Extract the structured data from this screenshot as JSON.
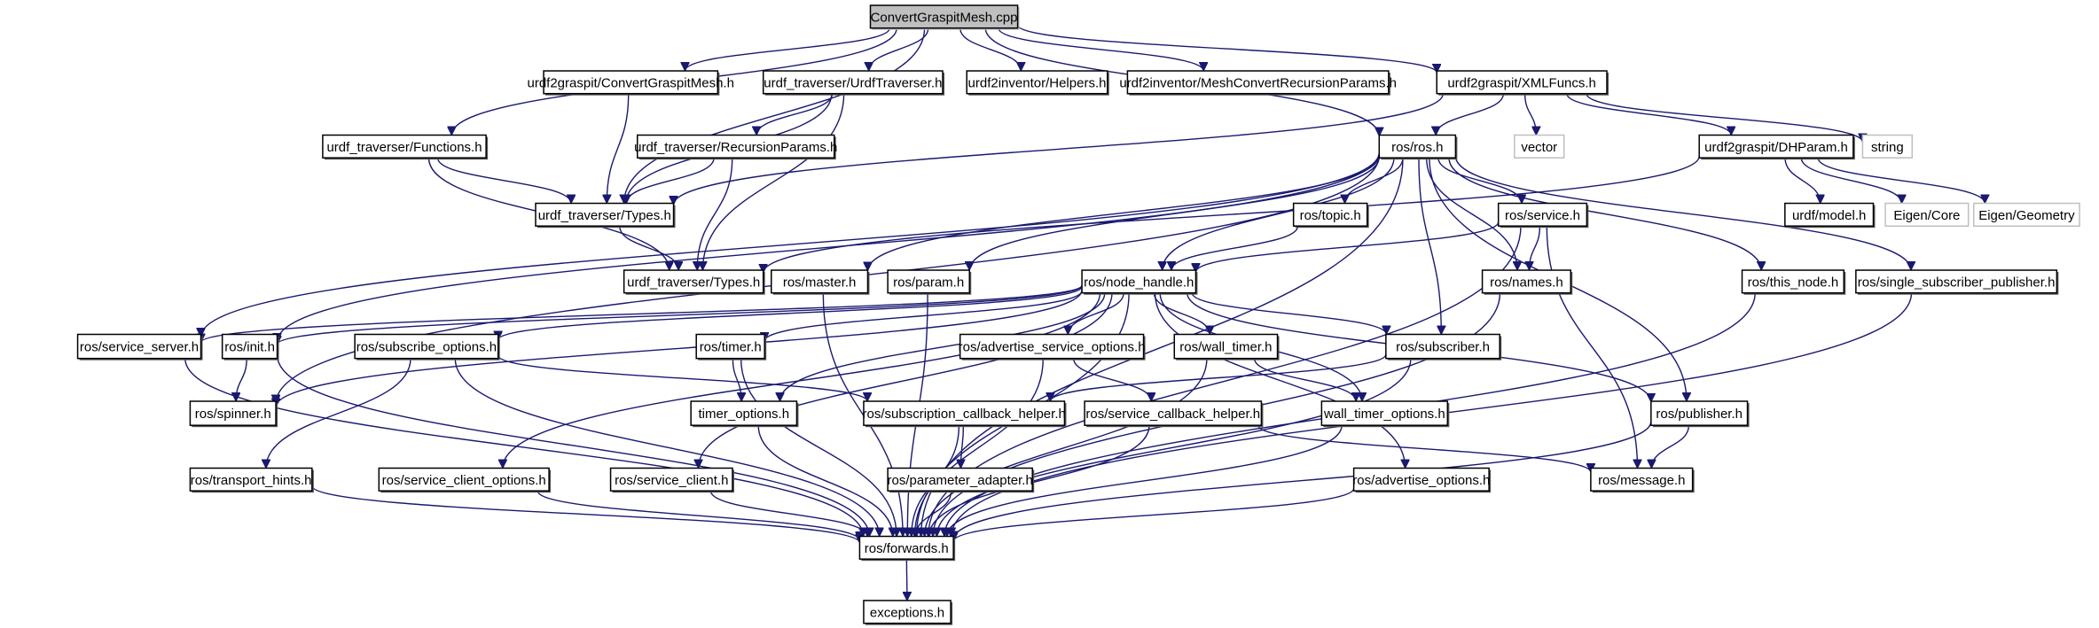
{
  "diagram": {
    "title": "ConvertGraspitMesh.cpp include dependency graph",
    "edge_color": "#191970",
    "root_fill": "#bfbfbf",
    "external_border": "#bfbfbf",
    "nodes": [
      {
        "id": "cpp",
        "label": "ConvertGraspitMesh.cpp",
        "kind": "root"
      },
      {
        "id": "cgm_h",
        "label": "urdf2graspit/ConvertGraspitMesh.h",
        "kind": "internal"
      },
      {
        "id": "urdftrav",
        "label": "urdf_traverser/UrdfTraverser.h",
        "kind": "internal"
      },
      {
        "id": "helpers",
        "label": "urdf2inventor/Helpers.h",
        "kind": "internal"
      },
      {
        "id": "meshconv",
        "label": "urdf2inventor/MeshConvertRecursionParams.h",
        "kind": "internal"
      },
      {
        "id": "xmlfuncs",
        "label": "urdf2graspit/XMLFuncs.h",
        "kind": "internal"
      },
      {
        "id": "functions",
        "label": "urdf_traverser/Functions.h",
        "kind": "internal"
      },
      {
        "id": "recparams",
        "label": "urdf_traverser/RecursionParams.h",
        "kind": "internal"
      },
      {
        "id": "ros",
        "label": "ros/ros.h",
        "kind": "internal"
      },
      {
        "id": "vector",
        "label": "vector",
        "kind": "external"
      },
      {
        "id": "dhparam",
        "label": "urdf2graspit/DHParam.h",
        "kind": "internal"
      },
      {
        "id": "string",
        "label": "string",
        "kind": "external"
      },
      {
        "id": "types1",
        "label": "urdf_traverser/Types.h",
        "kind": "internal"
      },
      {
        "id": "topic",
        "label": "ros/topic.h",
        "kind": "internal"
      },
      {
        "id": "service",
        "label": "ros/service.h",
        "kind": "internal"
      },
      {
        "id": "urdfmodel",
        "label": "urdf/model.h",
        "kind": "internal"
      },
      {
        "id": "eigencore",
        "label": "Eigen/Core",
        "kind": "external"
      },
      {
        "id": "eigengeom",
        "label": "Eigen/Geometry",
        "kind": "external"
      },
      {
        "id": "types2",
        "label": "urdf_traverser/Types.h",
        "kind": "internal"
      },
      {
        "id": "master",
        "label": "ros/master.h",
        "kind": "internal"
      },
      {
        "id": "param",
        "label": "ros/param.h",
        "kind": "internal"
      },
      {
        "id": "nodehandle",
        "label": "ros/node_handle.h",
        "kind": "internal"
      },
      {
        "id": "names",
        "label": "ros/names.h",
        "kind": "internal"
      },
      {
        "id": "thisnode",
        "label": "ros/this_node.h",
        "kind": "internal"
      },
      {
        "id": "ssp",
        "label": "ros/single_subscriber_publisher.h",
        "kind": "internal"
      },
      {
        "id": "srvserver",
        "label": "ros/service_server.h",
        "kind": "internal"
      },
      {
        "id": "init",
        "label": "ros/init.h",
        "kind": "internal"
      },
      {
        "id": "subopts",
        "label": "ros/subscribe_options.h",
        "kind": "internal"
      },
      {
        "id": "timer",
        "label": "ros/timer.h",
        "kind": "internal"
      },
      {
        "id": "advsrvopts",
        "label": "ros/advertise_service_options.h",
        "kind": "internal"
      },
      {
        "id": "walltimer",
        "label": "ros/wall_timer.h",
        "kind": "internal"
      },
      {
        "id": "subscriber",
        "label": "ros/subscriber.h",
        "kind": "internal"
      },
      {
        "id": "spinner",
        "label": "ros/spinner.h",
        "kind": "internal"
      },
      {
        "id": "timeropts",
        "label": "timer_options.h",
        "kind": "internal"
      },
      {
        "id": "subcbhelper",
        "label": "ros/subscription_callback_helper.h",
        "kind": "internal"
      },
      {
        "id": "srvcbhelper",
        "label": "ros/service_callback_helper.h",
        "kind": "internal"
      },
      {
        "id": "walltimeropts",
        "label": "wall_timer_options.h",
        "kind": "internal"
      },
      {
        "id": "publisher",
        "label": "ros/publisher.h",
        "kind": "internal"
      },
      {
        "id": "transport",
        "label": "ros/transport_hints.h",
        "kind": "internal"
      },
      {
        "id": "srvclientopts",
        "label": "ros/service_client_options.h",
        "kind": "internal"
      },
      {
        "id": "srvclient",
        "label": "ros/service_client.h",
        "kind": "internal"
      },
      {
        "id": "paramadapter",
        "label": "ros/parameter_adapter.h",
        "kind": "internal"
      },
      {
        "id": "advopts",
        "label": "ros/advertise_options.h",
        "kind": "internal"
      },
      {
        "id": "message",
        "label": "ros/message.h",
        "kind": "internal"
      },
      {
        "id": "forwards",
        "label": "ros/forwards.h",
        "kind": "internal"
      },
      {
        "id": "exceptions",
        "label": "exceptions.h",
        "kind": "internal"
      }
    ],
    "edges": [
      [
        "cpp",
        "cgm_h"
      ],
      [
        "cpp",
        "urdftrav"
      ],
      [
        "cpp",
        "helpers"
      ],
      [
        "cpp",
        "meshconv"
      ],
      [
        "cpp",
        "xmlfuncs"
      ],
      [
        "cpp",
        "functions"
      ],
      [
        "cpp",
        "types1"
      ],
      [
        "cpp",
        "ros"
      ],
      [
        "cgm_h",
        "types1"
      ],
      [
        "urdftrav",
        "types1"
      ],
      [
        "urdftrav",
        "recparams"
      ],
      [
        "urdftrav",
        "types2"
      ],
      [
        "recparams",
        "types1"
      ],
      [
        "recparams",
        "types2"
      ],
      [
        "functions",
        "types1"
      ],
      [
        "functions",
        "types2"
      ],
      [
        "types1",
        "types2"
      ],
      [
        "xmlfuncs",
        "types1"
      ],
      [
        "xmlfuncs",
        "ros"
      ],
      [
        "xmlfuncs",
        "vector"
      ],
      [
        "xmlfuncs",
        "dhparam"
      ],
      [
        "xmlfuncs",
        "string"
      ],
      [
        "dhparam",
        "types2"
      ],
      [
        "dhparam",
        "urdfmodel"
      ],
      [
        "dhparam",
        "eigencore"
      ],
      [
        "dhparam",
        "eigengeom"
      ],
      [
        "ros",
        "topic"
      ],
      [
        "ros",
        "service"
      ],
      [
        "ros",
        "master"
      ],
      [
        "ros",
        "param"
      ],
      [
        "ros",
        "nodehandle"
      ],
      [
        "ros",
        "names"
      ],
      [
        "ros",
        "thisnode"
      ],
      [
        "ros",
        "ssp"
      ],
      [
        "ros",
        "srvserver"
      ],
      [
        "ros",
        "init"
      ],
      [
        "ros",
        "spinner"
      ],
      [
        "ros",
        "subscriber"
      ],
      [
        "ros",
        "publisher"
      ],
      [
        "ros",
        "forwards"
      ],
      [
        "topic",
        "nodehandle"
      ],
      [
        "service",
        "nodehandle"
      ],
      [
        "service",
        "names"
      ],
      [
        "service",
        "message"
      ],
      [
        "service",
        "forwards"
      ],
      [
        "nodehandle",
        "srvserver"
      ],
      [
        "nodehandle",
        "init"
      ],
      [
        "nodehandle",
        "subopts"
      ],
      [
        "nodehandle",
        "timer"
      ],
      [
        "nodehandle",
        "advsrvopts"
      ],
      [
        "nodehandle",
        "walltimer"
      ],
      [
        "nodehandle",
        "subscriber"
      ],
      [
        "nodehandle",
        "publisher"
      ],
      [
        "nodehandle",
        "spinner"
      ],
      [
        "nodehandle",
        "timeropts"
      ],
      [
        "nodehandle",
        "walltimeropts"
      ],
      [
        "nodehandle",
        "srvclientopts"
      ],
      [
        "nodehandle",
        "srvclient"
      ],
      [
        "nodehandle",
        "advopts"
      ],
      [
        "nodehandle",
        "forwards"
      ],
      [
        "master",
        "forwards"
      ],
      [
        "param",
        "forwards"
      ],
      [
        "names",
        "forwards"
      ],
      [
        "thisnode",
        "forwards"
      ],
      [
        "ssp",
        "forwards"
      ],
      [
        "srvserver",
        "forwards"
      ],
      [
        "init",
        "spinner"
      ],
      [
        "init",
        "forwards"
      ],
      [
        "subopts",
        "transport"
      ],
      [
        "subopts",
        "subcbhelper"
      ],
      [
        "subopts",
        "forwards"
      ],
      [
        "timer",
        "timeropts"
      ],
      [
        "timer",
        "forwards"
      ],
      [
        "advsrvopts",
        "srvcbhelper"
      ],
      [
        "advsrvopts",
        "forwards"
      ],
      [
        "walltimer",
        "walltimeropts"
      ],
      [
        "walltimer",
        "forwards"
      ],
      [
        "subscriber",
        "subcbhelper"
      ],
      [
        "subscriber",
        "forwards"
      ],
      [
        "timeropts",
        "forwards"
      ],
      [
        "subcbhelper",
        "paramadapter"
      ],
      [
        "subcbhelper",
        "forwards"
      ],
      [
        "srvcbhelper",
        "message"
      ],
      [
        "srvcbhelper",
        "forwards"
      ],
      [
        "walltimeropts",
        "forwards"
      ],
      [
        "publisher",
        "message"
      ],
      [
        "publisher",
        "forwards"
      ],
      [
        "transport",
        "forwards"
      ],
      [
        "srvclientopts",
        "forwards"
      ],
      [
        "srvclient",
        "forwards"
      ],
      [
        "paramadapter",
        "forwards"
      ],
      [
        "advopts",
        "forwards"
      ],
      [
        "forwards",
        "exceptions"
      ]
    ]
  }
}
